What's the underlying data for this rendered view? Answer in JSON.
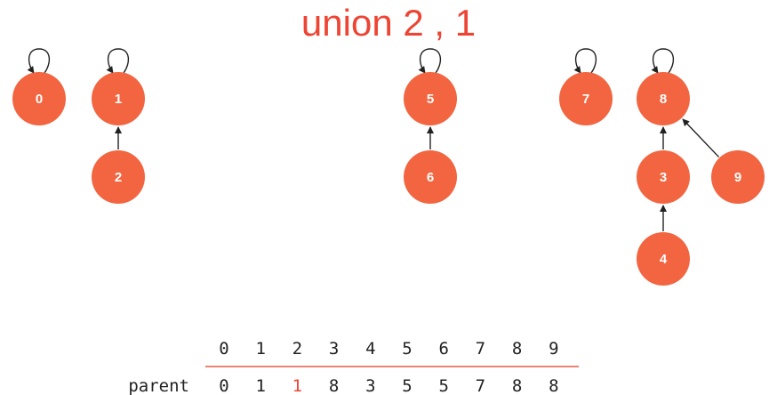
{
  "title": "union 2 , 1",
  "colors": {
    "title": "#ee4433",
    "node_fill": "#f26540",
    "node_label": "#ffffff",
    "edge": "#222222",
    "table_text": "#222222",
    "highlight": "#ee4433",
    "rule": "#e55a4a"
  },
  "nodes": [
    {
      "id": "0",
      "label": "0",
      "self_loop": true
    },
    {
      "id": "1",
      "label": "1",
      "self_loop": true
    },
    {
      "id": "2",
      "label": "2",
      "self_loop": false
    },
    {
      "id": "5",
      "label": "5",
      "self_loop": true
    },
    {
      "id": "6",
      "label": "6",
      "self_loop": false
    },
    {
      "id": "7",
      "label": "7",
      "self_loop": true
    },
    {
      "id": "8",
      "label": "8",
      "self_loop": true
    },
    {
      "id": "3",
      "label": "3",
      "self_loop": false
    },
    {
      "id": "9",
      "label": "9",
      "self_loop": false
    },
    {
      "id": "4",
      "label": "4",
      "self_loop": false
    }
  ],
  "edges": [
    {
      "from": "2",
      "to": "1"
    },
    {
      "from": "6",
      "to": "5"
    },
    {
      "from": "3",
      "to": "8"
    },
    {
      "from": "9",
      "to": "8"
    },
    {
      "from": "4",
      "to": "3"
    }
  ],
  "table": {
    "row_label": "parent",
    "indices": [
      "0",
      "1",
      "2",
      "3",
      "4",
      "5",
      "6",
      "7",
      "8",
      "9"
    ],
    "parent": [
      "0",
      "1",
      "1",
      "8",
      "3",
      "5",
      "5",
      "7",
      "8",
      "8"
    ],
    "highlight_index": 2
  }
}
